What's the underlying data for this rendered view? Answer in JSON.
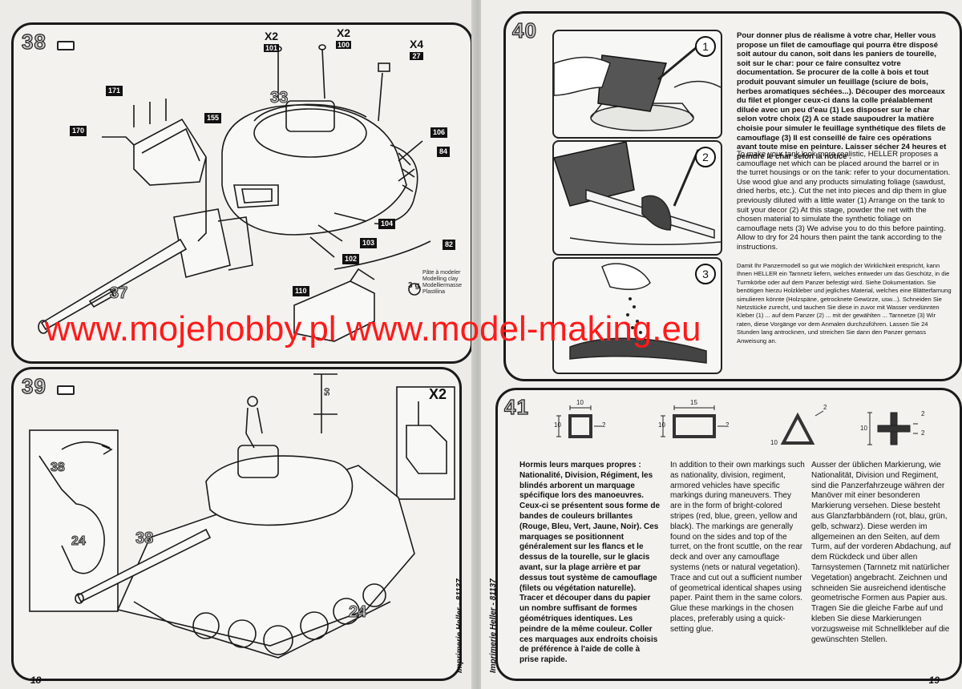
{
  "watermark": "www.mojehobby.pl www.model-making.eu",
  "left_page": {
    "page_number": "18",
    "imprint": "Imprimerie Heller - 81137",
    "imprint2": "Imprimerie Heller - 81137",
    "step38": {
      "number": "38",
      "parts": [
        "171",
        "155",
        "170",
        "106",
        "84",
        "104",
        "103",
        "102",
        "82",
        "110"
      ],
      "qty": [
        {
          "x": "X2",
          "n": "101"
        },
        {
          "x": "X2",
          "n": "100"
        },
        {
          "x": "X4",
          "n": "27"
        }
      ],
      "callouts": [
        "33",
        "37"
      ],
      "clay_note": [
        "Pâte à modeler",
        "Modelling clay",
        "Modelliermasse",
        "Plastilina"
      ],
      "clay_qty": "3 g"
    },
    "step39": {
      "number": "39",
      "qty": "X2",
      "dimension": "50",
      "callouts": [
        "38",
        "24",
        "38",
        "24"
      ]
    }
  },
  "right_page": {
    "page_number": "19",
    "step40": {
      "number": "40",
      "photo_numbers": [
        "1",
        "2",
        "3"
      ],
      "text_fr": "Pour donner plus de réalisme à votre char, Heller vous propose un filet de camouflage qui pourra être disposé soit autour du canon, soit dans les paniers de tourelle, soit sur le char: pour ce faire consultez votre documentation. Se procurer de la colle à bois et tout produit pouvant simuler un feuillage (sciure de bois, herbes aromatiques séchées...). Découper des morceaux du filet et plonger ceux-ci dans la colle préalablement diluée avec un peu d'eau (1) Les disposer sur le char selon votre choix (2) A ce stade saupoudrer la matière choisie pour simuler le feuillage synthétique des filets de camouflage (3) Il est conseillé de faire ces opérations avant toute mise en peinture. Laisser sécher 24 heures et peindre le char selon la notice .",
      "text_en": "To make your tank look more realistic, HELLER proposes a camouflage net which can be placed around the barrel or in the turret housings or on the tank: refer to your documentation. Use wood glue and any products simulating foliage (sawdust, dried herbs, etc.). Cut the net into pieces and dip them in glue previously diluted with a little water (1) Arrange on the tank to suit your decor (2) At this stage, powder the net with the chosen material to simulate the synthetic foliage on camouflage nets (3) We advise you to do this before painting. Allow to dry for 24 hours then paint the tank according to the instructions.",
      "text_de": "Damit Ihr Panzermodell so gut wie möglich der Wirklichkeit entspricht, kann Ihnen HELLER ein Tarnnetz liefern, welches entweder um das Geschütz, in die Turmkörbe oder auf dem Panzer befestigt wird. Siehe Dokumentation. Sie benötigen hierzu Holzkleber und jegliches Material, welches eine Blätterfarnung simulieren könnte (Holzspäne, getrocknete Gewürze, usw...). Schneiden Sie Netzstücke zurecht, und tauchen Sie diese in zuvor mit Wasser verdünnten Kleber (1) ... auf dem Panzer (2) ... mit der gewählten ... Tarnnetze (3) Wir raten, diese Vorgänge vor dem Anmalen durchzuführen. Lassen Sie 24 Stunden lang antrocknen, und streichen Sie dann den Panzer gemass Anweisung an."
    },
    "step41": {
      "number": "41",
      "markings": [
        {
          "shape": "square",
          "dims": [
            "10",
            "10",
            "2"
          ]
        },
        {
          "shape": "rectangle",
          "dims": [
            "15",
            "10",
            "2"
          ]
        },
        {
          "shape": "triangle",
          "dims": [
            "10",
            "2"
          ]
        },
        {
          "shape": "cross",
          "dims": [
            "10",
            "2",
            "2"
          ]
        }
      ],
      "text_fr": "Hormis leurs marques propres : Nationalité, Division, Régiment, les blindés arborent un marquage spécifique lors des manoeuvres. Ceux-ci se présentent sous forme de bandes de couleurs brillantes (Rouge, Bleu, Vert, Jaune, Noir). Ces marquages se positionnent généralement sur les flancs et le dessus de la tourelle, sur le glacis avant, sur la plage arrière et par dessus tout système de camouflage (filets ou végétation naturelle). Tracer et découper dans du papier un nombre suffisant de formes géométriques identiques. Les peindre de la même couleur. Coller ces marquages aux endroits choisis de préférence à l'aide de colle à prise rapide.",
      "text_en": "In addition to their own markings such as nationality, division, regiment, armored vehicles have specific markings during maneuvers. They are in the form of bright-colored stripes (red, blue, green, yellow and black). The markings are generally found on the sides and top of the turret, on the front scuttle, on the rear deck and over any camouflage systems (nets or natural vegetation). Trace and cut out a sufficient number of geometrical identical shapes using paper. Paint them in the same colors. Glue these markings in the chosen places, preferably using a quick-setting glue.",
      "text_de": "Ausser der üblichen Markierung, wie Nationalität, Division und Regiment, sind die Panzerfahrzeuge währen der Manöver mit einer besonderen Markierung versehen. Diese besteht aus Glanzfarbbändern (rot, blau, grün, gelb, schwarz). Diese werden im allgemeinen an den Seiten, auf dem Turm, auf der vorderen Abdachung, auf dem Rückdeck und über allen Tarnsystemen (Tarnnetz mit natürlicher Vegetation) angebracht. Zeichnen und schneiden Sie ausreichend identische geometrische Formen aus Papier aus. Tragen Sie die gleiche Farbe auf und kleben Sie diese Markierungen vorzugsweise mit Schnellkleber auf die gewünschten Stellen."
    }
  }
}
